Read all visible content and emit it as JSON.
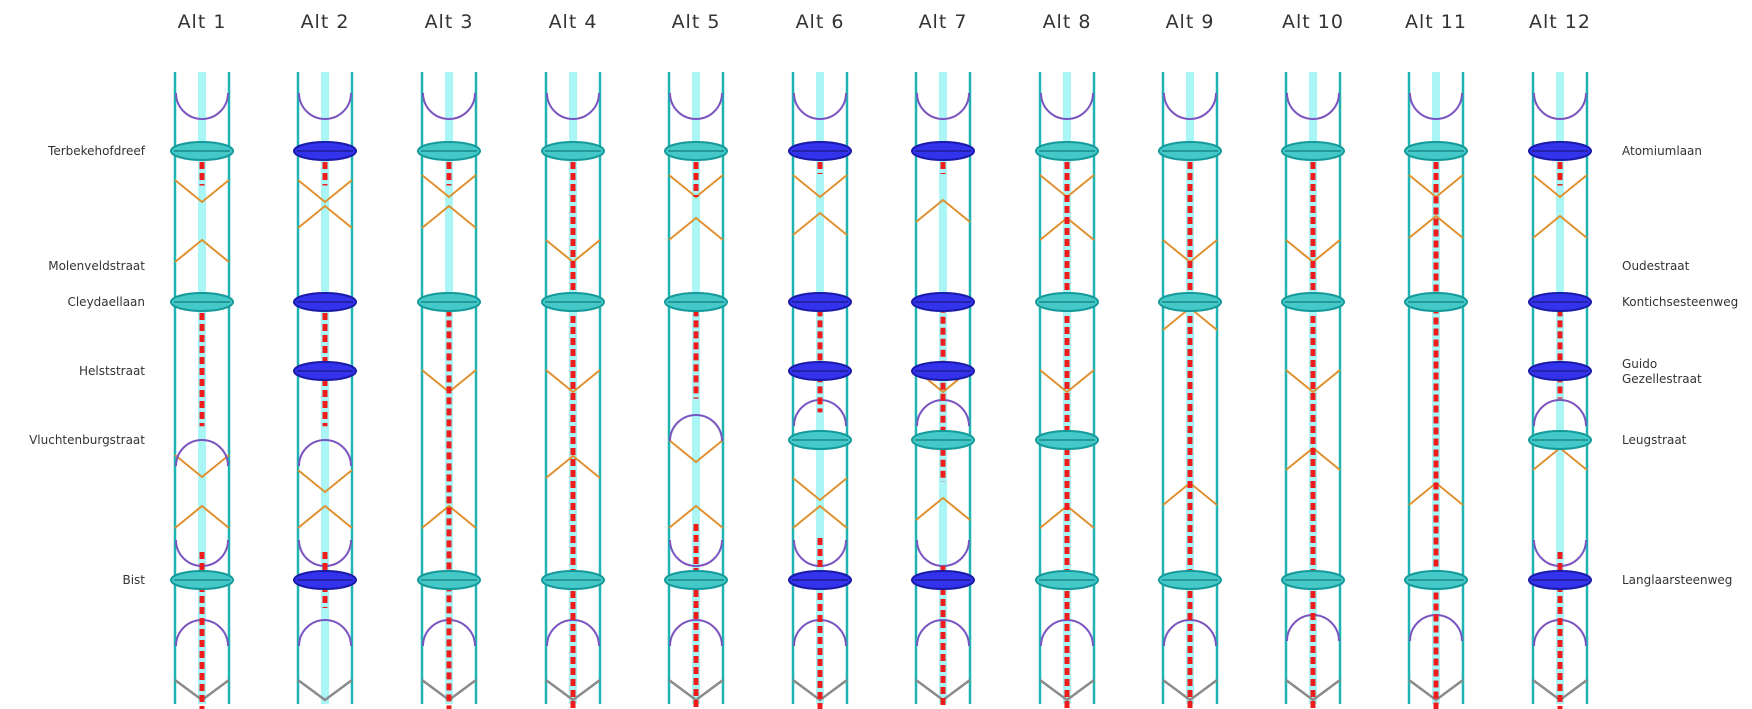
{
  "alternatives": [
    {
      "title": "Alt 1",
      "stations": [
        "station",
        "none",
        "station",
        "none",
        "none",
        "station"
      ],
      "line": [
        [
          0,
          0.3
        ],
        [
          2,
          3.8
        ],
        [
          4.8,
          6
        ]
      ]
    },
    {
      "title": "Alt 2",
      "stations": [
        "metro",
        "none",
        "metro",
        "metro",
        "none",
        "metro"
      ],
      "line": [
        [
          0,
          0.3
        ],
        [
          2,
          3.8
        ],
        [
          4.8,
          5.2
        ]
      ]
    },
    {
      "title": "Alt 3",
      "stations": [
        "station",
        "none",
        "station",
        "none",
        "none",
        "station"
      ],
      "line": [
        [
          0,
          0.3
        ],
        [
          1.9,
          6
        ]
      ]
    },
    {
      "title": "Alt 4",
      "stations": [
        "station",
        "none",
        "station",
        "none",
        "none",
        "station"
      ],
      "line": [
        [
          0,
          6
        ]
      ]
    },
    {
      "title": "Alt 5",
      "stations": [
        "station",
        "none",
        "station",
        "none",
        "none",
        "station"
      ],
      "line": [
        [
          0,
          0.4
        ],
        [
          1.9,
          3.4
        ],
        [
          4.6,
          6
        ]
      ]
    },
    {
      "title": "Alt 6",
      "stations": [
        "metro",
        "none",
        "metro",
        "metro",
        "station",
        "metro"
      ],
      "line": [
        [
          0,
          0.2
        ],
        [
          1.9,
          3.6
        ],
        [
          4.7,
          6
        ]
      ]
    },
    {
      "title": "Alt 7",
      "stations": [
        "metro",
        "none",
        "metro",
        "metro",
        "station",
        "metro"
      ],
      "line": [
        [
          0,
          0.2
        ],
        [
          1.8,
          4.3
        ],
        [
          4.9,
          6
        ]
      ]
    },
    {
      "title": "Alt 8",
      "stations": [
        "station",
        "none",
        "station",
        "none",
        "station",
        "station"
      ],
      "line": [
        [
          0,
          6
        ]
      ]
    },
    {
      "title": "Alt 9",
      "stations": [
        "station",
        "none",
        "station",
        "none",
        "none",
        "station"
      ],
      "line": [
        [
          0,
          6
        ]
      ]
    },
    {
      "title": "Alt 10",
      "stations": [
        "station",
        "none",
        "station",
        "none",
        "none",
        "station"
      ],
      "line": [
        [
          0,
          6
        ]
      ]
    },
    {
      "title": "Alt 11",
      "stations": [
        "station",
        "none",
        "station",
        "none",
        "none",
        "station"
      ],
      "line": [
        [
          0,
          0.3
        ],
        [
          0.3,
          6
        ]
      ]
    },
    {
      "title": "Alt 12",
      "stations": [
        "metro",
        "none",
        "metro",
        "metro",
        "station",
        "metro"
      ],
      "line": [
        [
          0,
          0.3
        ],
        [
          1.9,
          3.4
        ],
        [
          4.8,
          6
        ]
      ]
    }
  ],
  "left_stops": [
    "Terbekehofdreef",
    "Molenveldstraat",
    "Cleydaellaan",
    "Helststraat",
    "Vluchtenburgstraat",
    "Bist"
  ],
  "right_stops": [
    "Atomiumlaan",
    "Oudestraat",
    "Kontichsesteenweg",
    "Guido\nGezellestraat",
    "Leugstraat",
    "Langlaarsteenweg"
  ],
  "colors": {
    "rail": "#1fb3b3",
    "center_strip": "#aaf6f6",
    "station_fill": "#45c8c8",
    "station_stroke": "#159a9a",
    "metro_fill": "#3333ee",
    "metro_stroke": "#1a1aa8",
    "line": "#ee1c1c",
    "arc": "#7a55c0",
    "chevron": "#e0902f",
    "end_chevron": "#8a8a8a"
  }
}
